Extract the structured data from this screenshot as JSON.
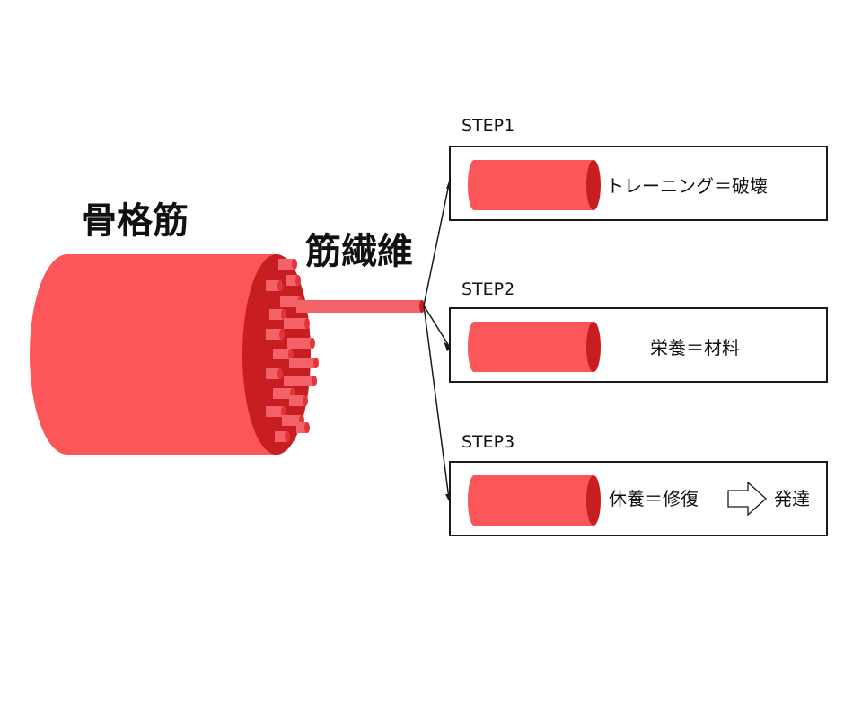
{
  "labels": {
    "skeletal_muscle": "骨格筋",
    "muscle_fiber": "筋繊維"
  },
  "steps": [
    {
      "step": "STEP1",
      "text": "トレーニング＝破壊"
    },
    {
      "step": "STEP2",
      "text": "栄養＝材料"
    },
    {
      "step": "STEP3",
      "text": "休養＝修復",
      "result": "発達"
    }
  ],
  "colors": {
    "muscle": "#fd565a",
    "muscle_dark": "#c81e22",
    "fiber": "#f26268",
    "outline": "#1a1a1a"
  }
}
